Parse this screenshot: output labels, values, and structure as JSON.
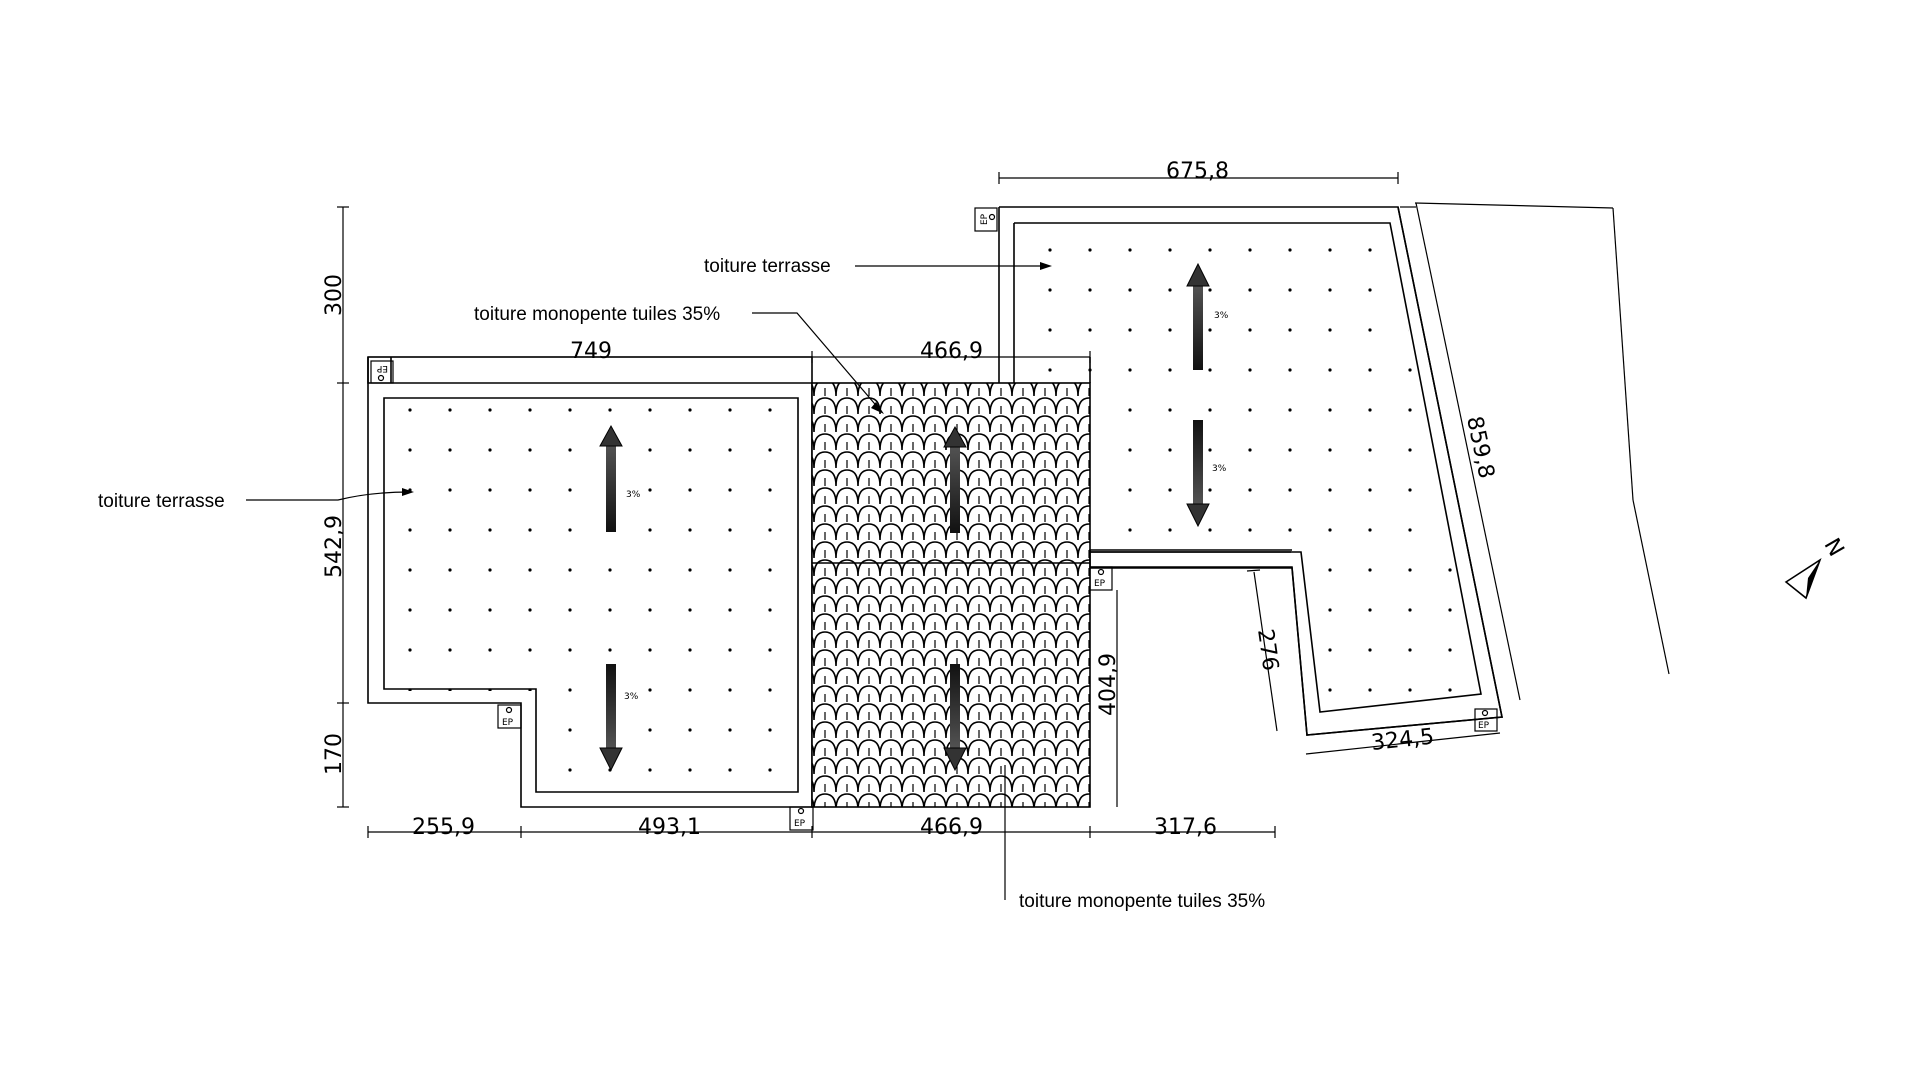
{
  "dimensions": {
    "top_right_width": "675,8",
    "left_top_width": "749",
    "middle_top_width": "466,9",
    "left_height_top": "300",
    "left_height_middle": "542,9",
    "left_height_bottom": "170",
    "bottom_seg1": "255,9",
    "bottom_seg2": "493,1",
    "bottom_seg3": "466,9",
    "bottom_seg4": "317,6",
    "right_height": "404,9",
    "diagonal_long": "859,8",
    "diagonal_short": "276",
    "bottom_right_width": "324,5"
  },
  "labels": {
    "terrace_left": "toiture terrasse",
    "terrace_top_right": "toiture terrasse",
    "monopente_top": "toiture monopente tuiles 35%",
    "monopente_bottom": "toiture  monopente tuiles 35%"
  },
  "slopes": {
    "slope_text": "3%"
  },
  "drains": {
    "ep_text": "EP"
  },
  "north": {
    "letter": "N"
  },
  "colors": {
    "line": "#000000",
    "background": "#ffffff"
  }
}
